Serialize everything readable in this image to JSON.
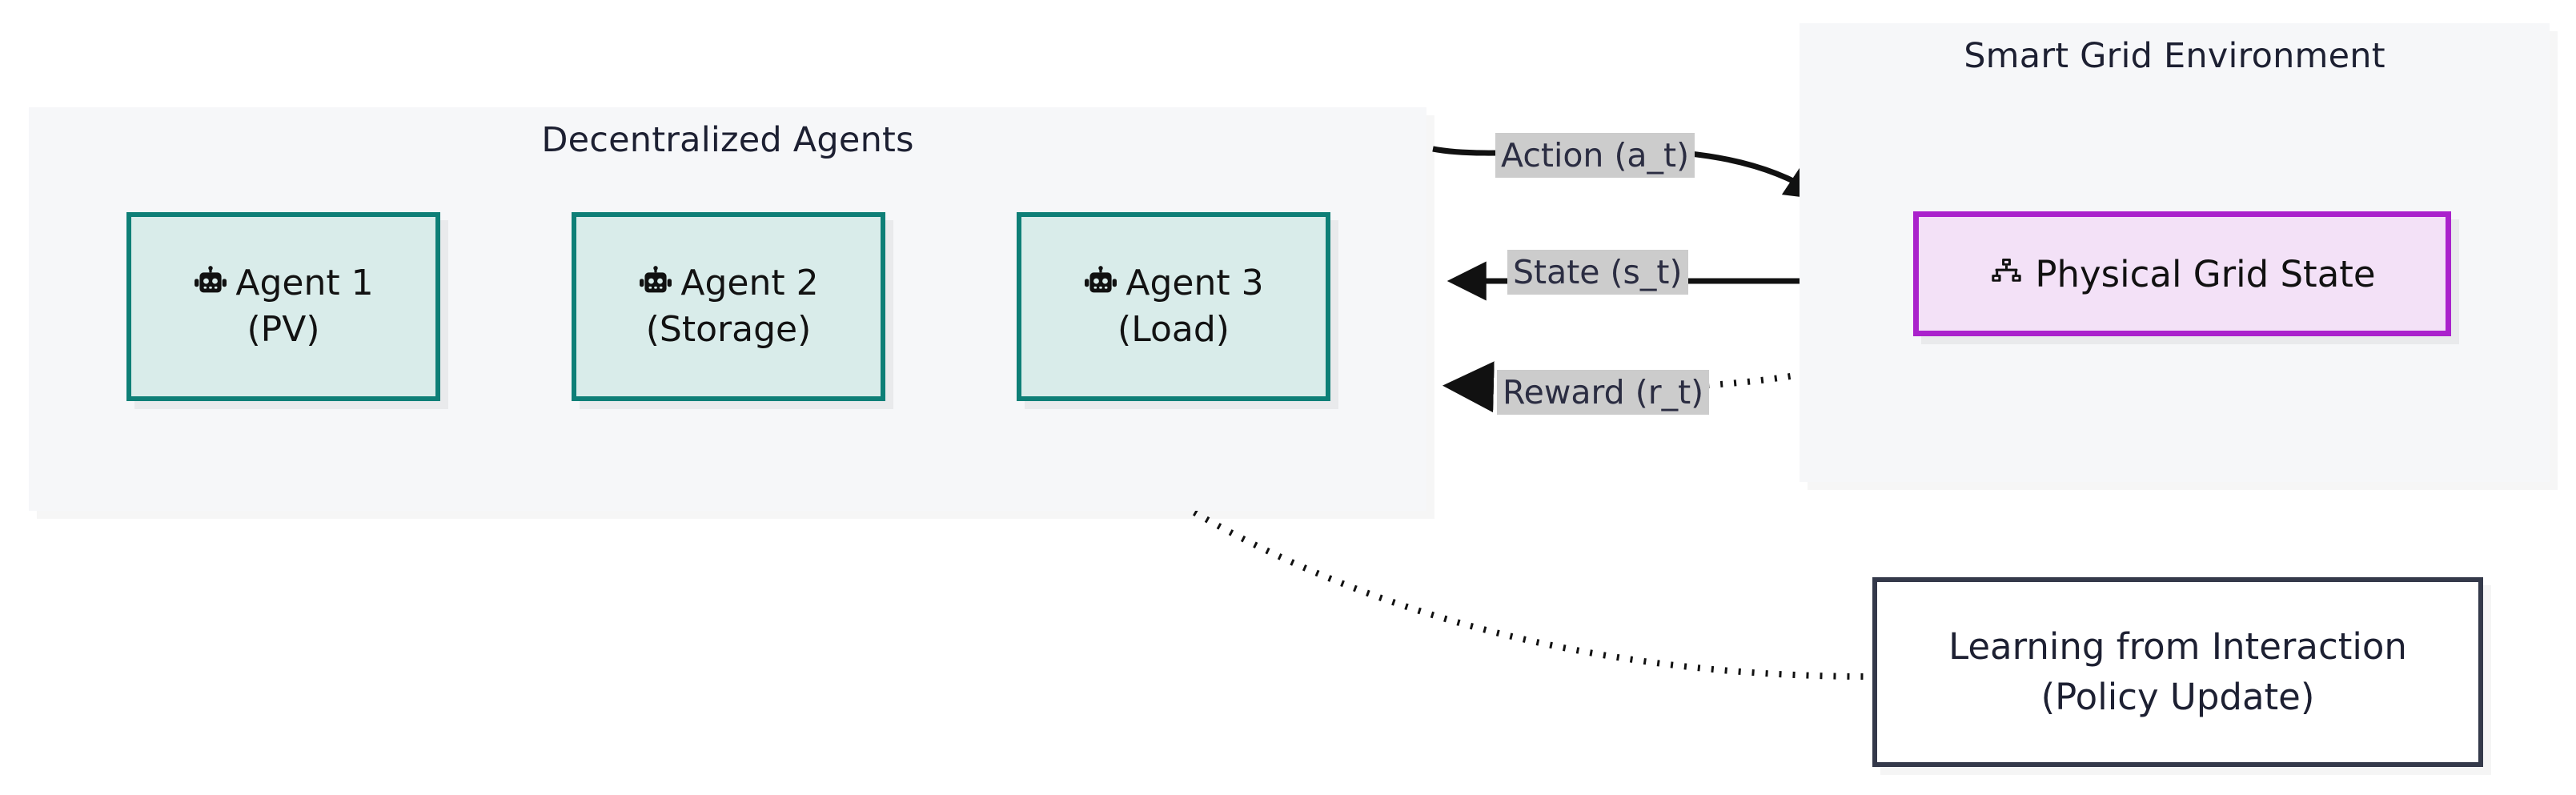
{
  "diagram": {
    "type": "flowchart",
    "title_visible": false,
    "background": "#ffffff"
  },
  "clusters": [
    {
      "id": "agents",
      "title": "Decentralized Agents",
      "border_color": "#34394a",
      "fill": "#f6f7f9"
    },
    {
      "id": "smart_grid",
      "title": "Smart Grid Environment",
      "border_color": "#34394a",
      "fill": "#f6f7f9"
    }
  ],
  "agents": [
    {
      "icon": "robot-icon",
      "name": "Agent 1",
      "role": "(PV)",
      "border_color": "#0e7f77",
      "fill": "#d9ecea"
    },
    {
      "icon": "robot-icon",
      "name": "Agent 2",
      "role": "(Storage)",
      "border_color": "#0e7f77",
      "fill": "#d9ecea"
    },
    {
      "icon": "robot-icon",
      "name": "Agent 3",
      "role": "(Load)",
      "border_color": "#0e7f77",
      "fill": "#d9ecea"
    }
  ],
  "environment_node": {
    "icon": "network-hierarchy-icon",
    "label": "Physical Grid State",
    "border_color": "#aa22cc",
    "fill": "#f3e1f7"
  },
  "learning_node": {
    "line1": "Learning from Interaction",
    "line2": "(Policy Update)",
    "border_color": "#34394a",
    "fill": "#ffffff"
  },
  "edges": [
    {
      "id": "action",
      "label": "Action (a_t)",
      "from": "Decentralized Agents",
      "to": "Physical Grid State",
      "style": "solid",
      "label_bg": "#cccccc",
      "label_color": "#2b2d42"
    },
    {
      "id": "state",
      "label": "State (s_t)",
      "from": "Physical Grid State",
      "to": "Decentralized Agents",
      "style": "solid",
      "label_bg": "#cccccc",
      "label_color": "#2b2d42"
    },
    {
      "id": "reward",
      "label": "Reward (r_t)",
      "from": "Physical Grid State",
      "to": "Decentralized Agents",
      "style": "dotted",
      "label_bg": "#cccccc",
      "label_color": "#2b2d42"
    },
    {
      "id": "policy_update",
      "label": "",
      "from": "Decentralized Agents",
      "to": "Learning from Interaction",
      "style": "dotted",
      "label_bg": "",
      "label_color": ""
    }
  ]
}
